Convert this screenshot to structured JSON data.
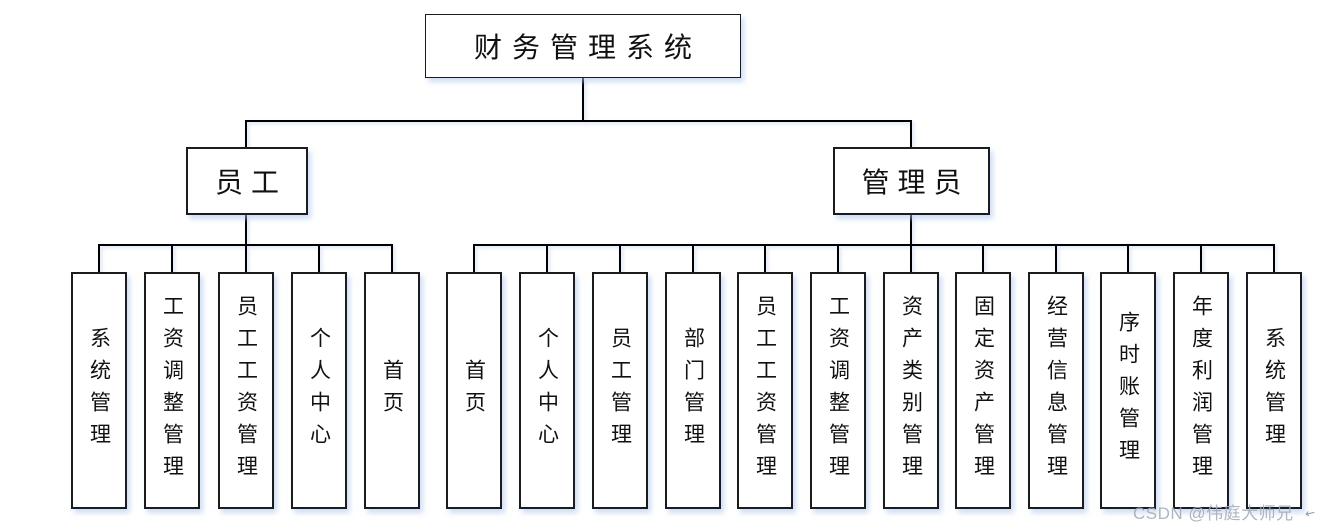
{
  "diagram": {
    "root_label": "财务管理系统",
    "branches": [
      {
        "label": "员工",
        "children": [
          "系统管理",
          "工资调整管理",
          "员工工资管理",
          "个人中心",
          "首页"
        ]
      },
      {
        "label": "管理员",
        "children": [
          "首页",
          "个人中心",
          "员工管理",
          "部门管理",
          "员工工资管理",
          "工资调整管理",
          "资产类别管理",
          "固定资产管理",
          "经营信息管理",
          "序时账管理",
          "年度利润管理",
          "系统管理"
        ]
      }
    ]
  },
  "watermark": {
    "text": "CSDN @伟庭大师兄",
    "cursor_glyph": "←"
  },
  "colors": {
    "line": "#000000",
    "box_border": "#1c1c1c",
    "box_fill": "#ffffff",
    "text": "#111111",
    "watermark": "#a4adba",
    "shadow_tint": "#a8c3ee"
  }
}
